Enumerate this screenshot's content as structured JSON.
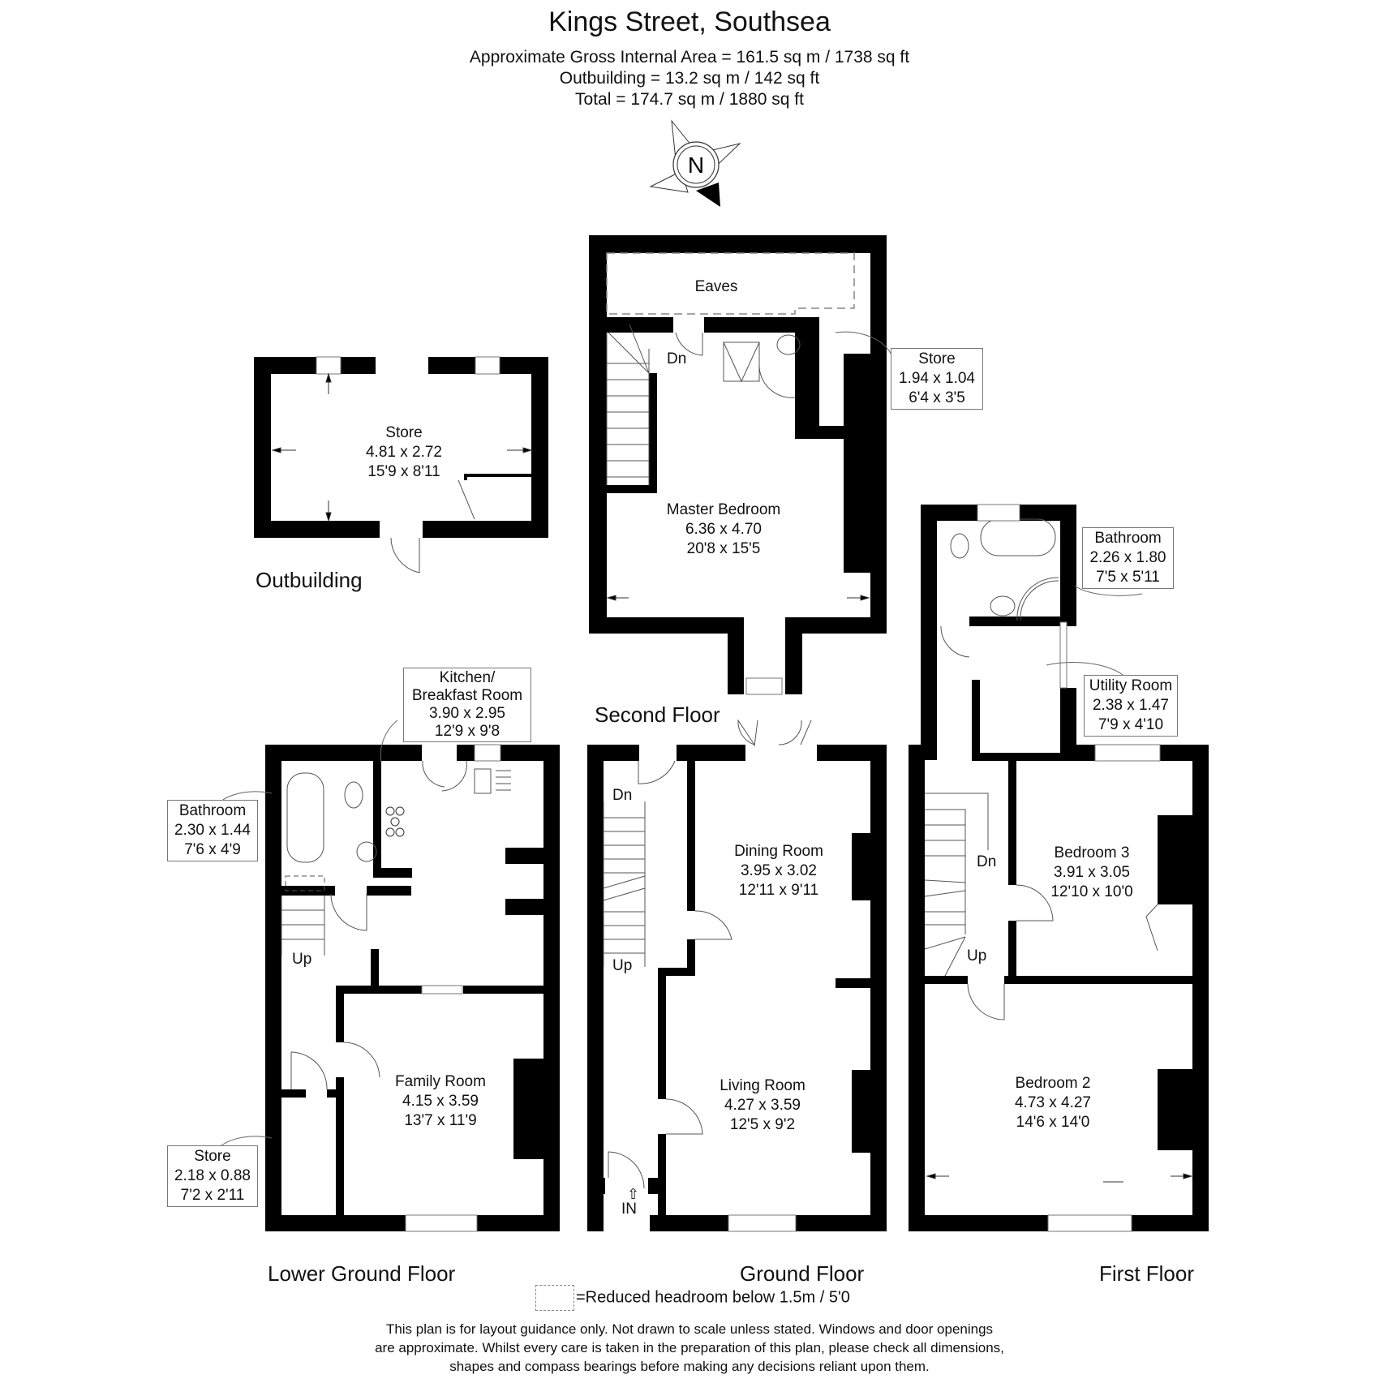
{
  "header": {
    "title": "Kings Street, Southsea",
    "gross_internal_area": "Approximate Gross Internal Area = 161.5 sq m / 1738 sq ft",
    "outbuilding_area": "Outbuilding = 13.2 sq m / 142 sq ft",
    "total_area": "Total = 174.7 sq m / 1880 sq ft"
  },
  "compass": {
    "label": "N",
    "icon": "compass-rose-icon"
  },
  "floors": {
    "outbuilding": {
      "label": "Outbuilding",
      "rooms": [
        {
          "name": "Store",
          "metric": "4.81 x 2.72",
          "imperial": "15'9 x 8'11"
        }
      ]
    },
    "second_floor": {
      "label": "Second Floor",
      "eaves": "Eaves",
      "stair_label": "Dn",
      "rooms": [
        {
          "name": "Master Bedroom",
          "metric": "6.36 x 4.70",
          "imperial": "20'8 x 15'5"
        }
      ],
      "callouts": [
        {
          "name": "Store",
          "metric": "1.94 x 1.04",
          "imperial": "6'4 x 3'5"
        }
      ]
    },
    "lower_ground_floor": {
      "label": "Lower Ground Floor",
      "stair_label": "Up",
      "rooms": [
        {
          "name": "Family Room",
          "metric": "4.15 x 3.59",
          "imperial": "13'7 x 11'9"
        }
      ],
      "callouts": [
        {
          "name": "Kitchen/",
          "name2": "Breakfast Room",
          "metric": "3.90 x 2.95",
          "imperial": "12'9 x 9'8"
        },
        {
          "name": "Bathroom",
          "metric": "2.30 x 1.44",
          "imperial": "7'6 x 4'9"
        },
        {
          "name": "Store",
          "metric": "2.18 x 0.88",
          "imperial": "7'2 x 2'11"
        }
      ]
    },
    "ground_floor": {
      "label": "Ground Floor",
      "stair_down": "Dn",
      "stair_up": "Up",
      "entrance": "IN",
      "rooms": [
        {
          "name": "Dining Room",
          "metric": "3.95 x 3.02",
          "imperial": "12'11 x 9'11"
        },
        {
          "name": "Living Room",
          "metric": "4.27 x 3.59",
          "imperial": "12'5 x 9'2"
        }
      ]
    },
    "first_floor": {
      "label": "First Floor",
      "stair_down": "Dn",
      "stair_up": "Up",
      "rooms": [
        {
          "name": "Bedroom 3",
          "metric": "3.91 x 3.05",
          "imperial": "12'10 x 10'0"
        },
        {
          "name": "Bedroom 2",
          "metric": "4.73 x 4.27",
          "imperial": "14'6 x 14'0"
        }
      ],
      "callouts": [
        {
          "name": "Bathroom",
          "metric": "2.26 x 1.80",
          "imperial": "7'5 x 5'11"
        },
        {
          "name": "Utility Room",
          "metric": "2.38 x 1.47",
          "imperial": "7'9 x 4'10"
        }
      ]
    }
  },
  "legend": {
    "text": "=Reduced headroom below 1.5m / 5'0"
  },
  "disclaimer": {
    "line1": "This plan is for layout guidance only. Not drawn to scale unless stated. Windows and door openings",
    "line2": "are approximate. Whilst every care is taken in the preparation of this plan, please check all dimensions,",
    "line3": "shapes and compass bearings before making any decisions reliant upon them."
  },
  "colors": {
    "wall": "#000000",
    "line": "#555555",
    "background": "#ffffff"
  }
}
